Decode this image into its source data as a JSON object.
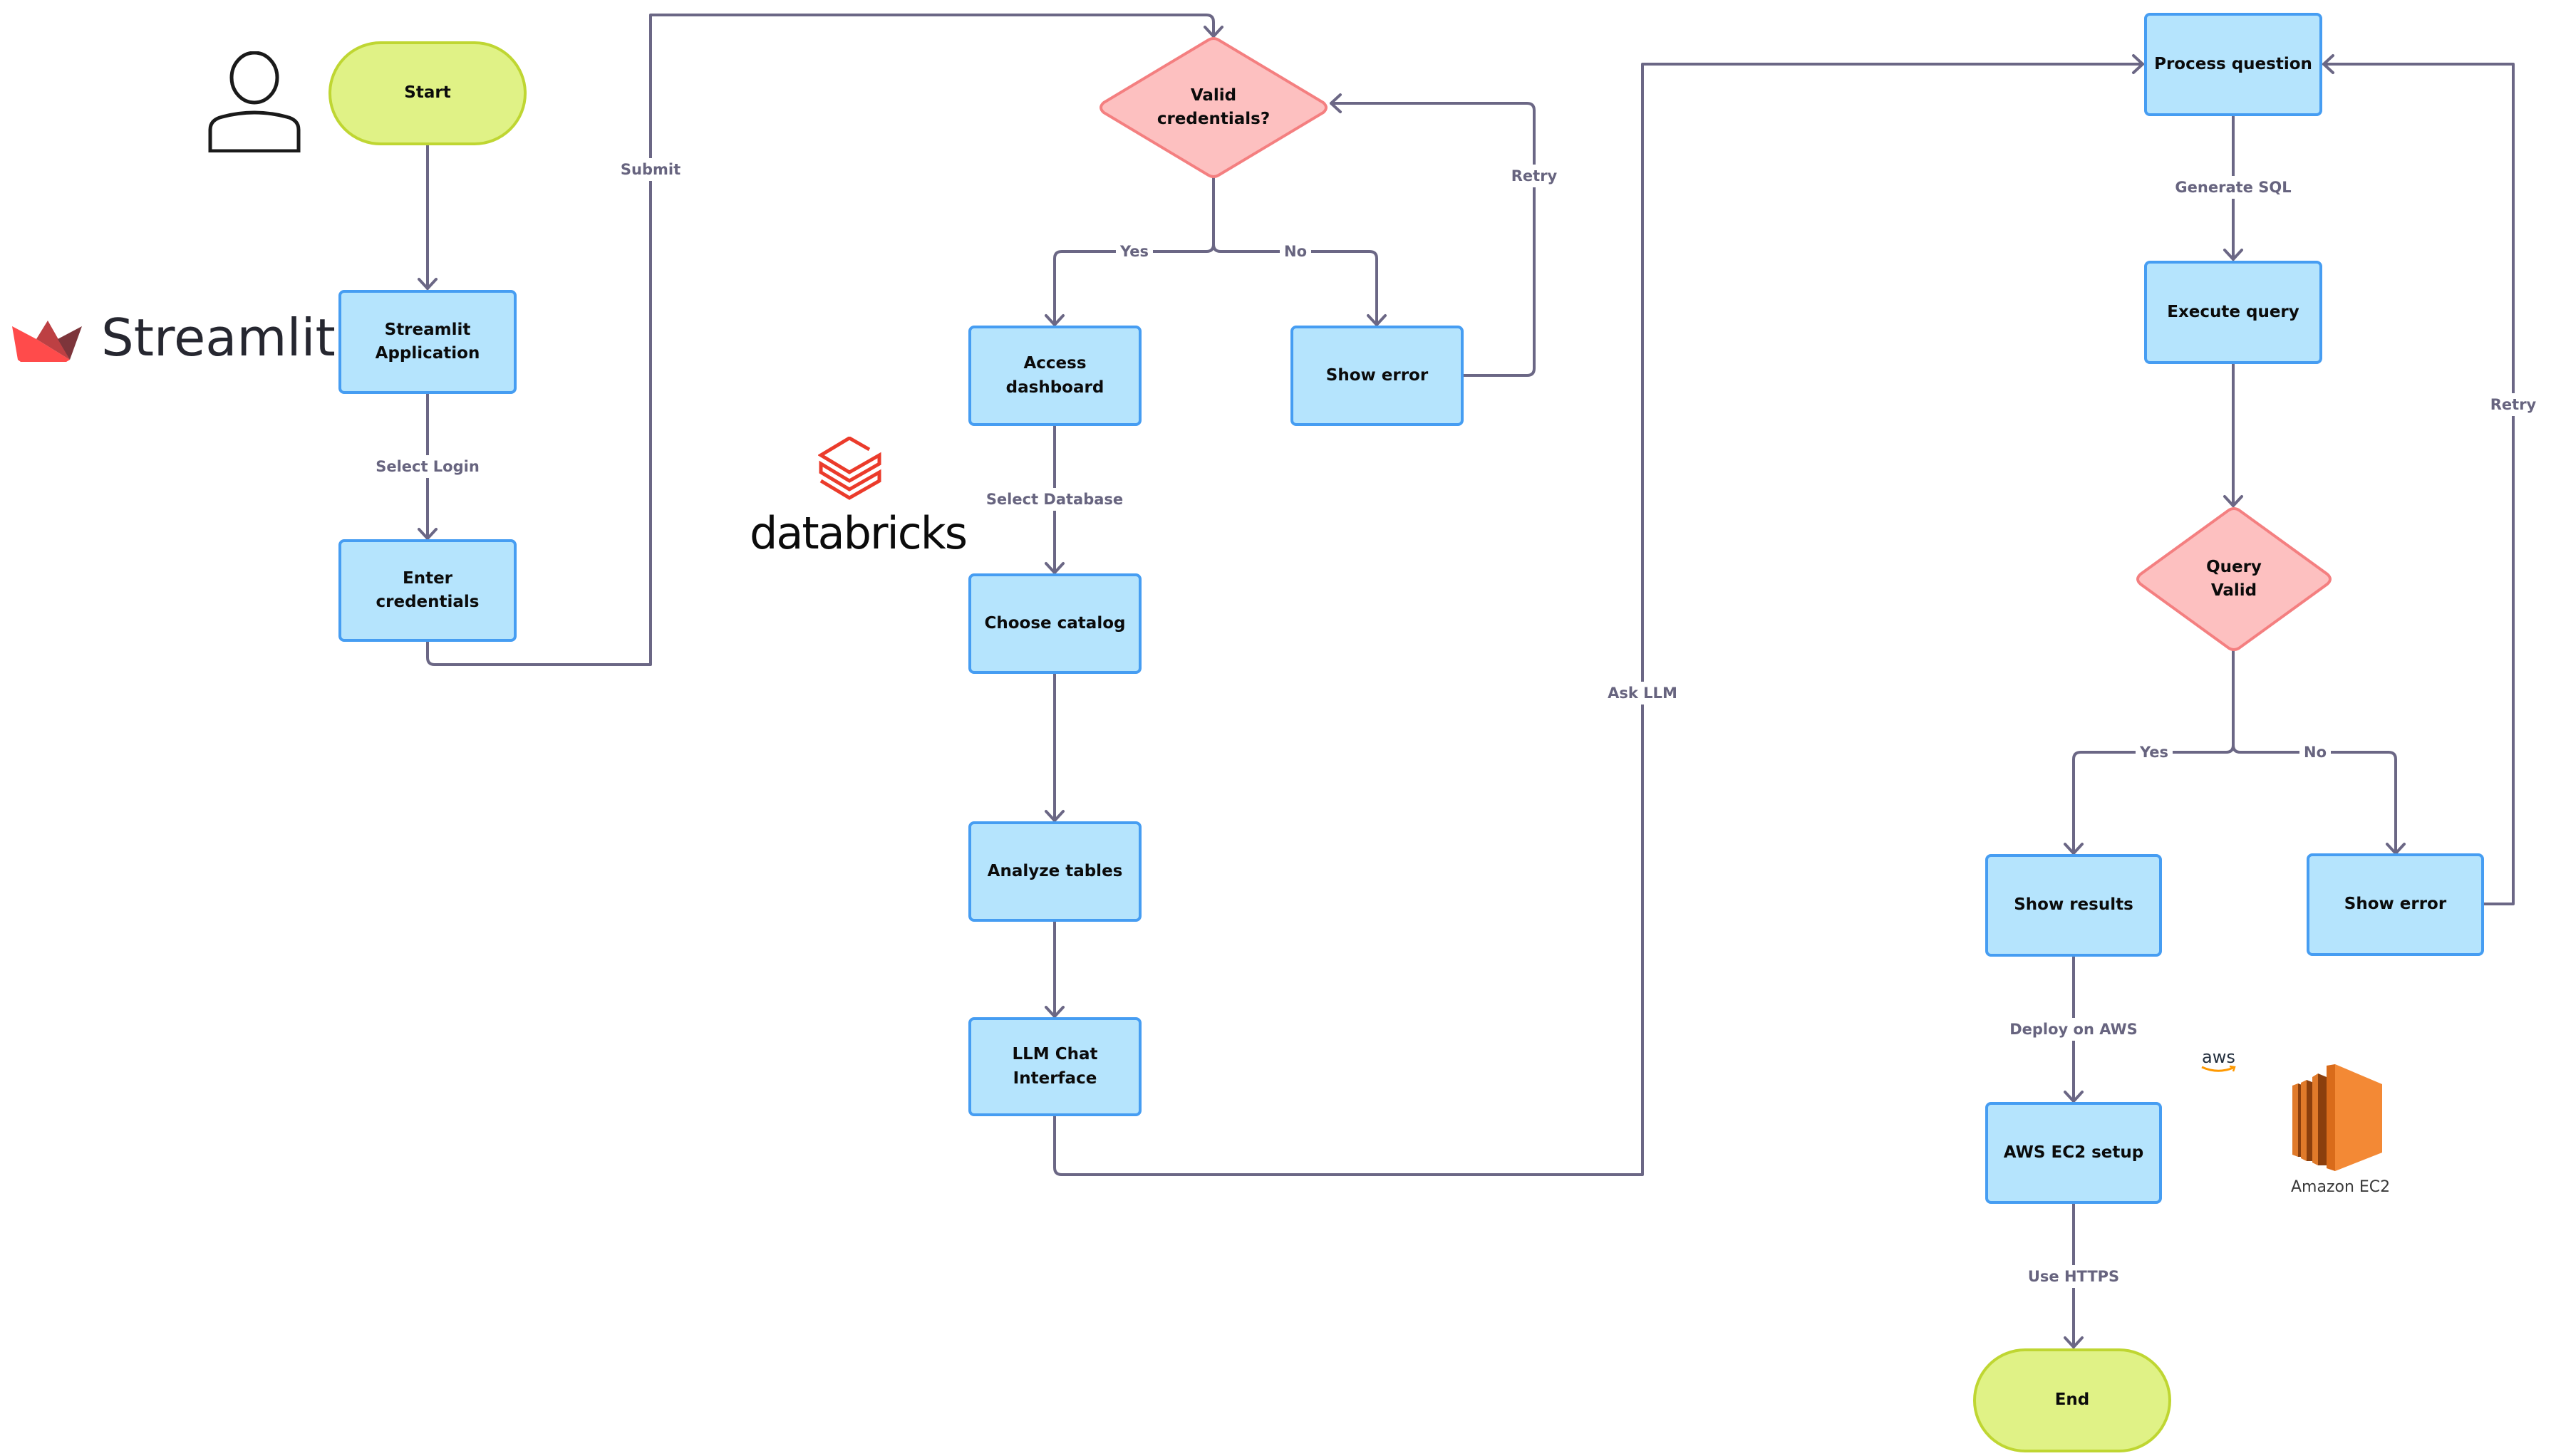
{
  "diagram": {
    "title": "Streamlit + Databricks LLM SQL flow",
    "colors": {
      "process_fill": "#b5e4fd",
      "process_border": "#469df2",
      "terminal_fill": "#e0f286",
      "terminal_border": "#bfd632",
      "decision_fill": "#fdc0c0",
      "decision_border": "#f47f80",
      "connector": "#6b6785",
      "edge_label": "#67647f"
    },
    "nodes": {
      "start": "Start",
      "streamlit_app": "Streamlit\nApplication",
      "enter_credentials": "Enter credentials",
      "valid_credentials": "Valid\ncredentials?",
      "access_dashboard": "Access dashboard",
      "show_error_login": "Show error",
      "choose_catalog": "Choose catalog",
      "analyze_tables": "Analyze tables",
      "llm_chat": "LLM Chat\nInterface",
      "process_question": "Process question",
      "execute_query": "Execute query",
      "query_valid": "Query\nValid",
      "show_results": "Show results",
      "show_error_query": "Show error",
      "aws_ec2_setup": "AWS EC2 setup",
      "end": "End"
    },
    "edges": {
      "select_login": "Select Login",
      "submit": "Submit",
      "yes_login": "Yes",
      "no_login": "No",
      "retry_login": "Retry",
      "select_database": "Select Database",
      "ask_llm": "Ask LLM",
      "generate_sql": "Generate SQL",
      "yes_query": "Yes",
      "no_query": "No",
      "retry_query": "Retry",
      "deploy_on_aws": "Deploy on AWS",
      "use_https": "Use HTTPS"
    },
    "logos": {
      "user_icon": "person-icon",
      "streamlit_text": "Streamlit",
      "databricks_text": "databricks",
      "aws_text": "aws",
      "ec2_text": "Amazon EC2"
    }
  }
}
